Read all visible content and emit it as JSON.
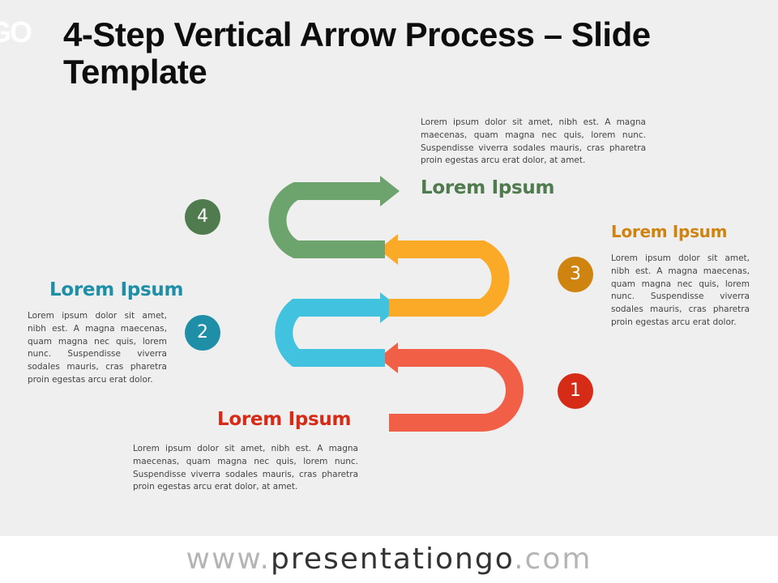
{
  "header": {
    "logo_text": "GO",
    "title": "4-Step Vertical Arrow Process – Slide Template"
  },
  "steps": [
    {
      "number": "1",
      "heading": "Lorem Ipsum",
      "body": "Lorem ipsum dolor sit amet, nibh est. A magna maecenas, quam magna nec quis, lorem nunc. Suspendisse viverra sodales mauris, cras pharetra proin egestas arcu erat dolor, at amet.",
      "color": "#f15f46",
      "badge_color": "#d62b17"
    },
    {
      "number": "2",
      "heading": "Lorem Ipsum",
      "body": "Lorem ipsum dolor sit amet, nibh est. A magna maecenas, quam magna nec quis, lorem nunc. Suspendisse viverra sodales mauris, cras pharetra proin egestas arcu erat dolor.",
      "color": "#41c3e0",
      "badge_color": "#1f8fa8"
    },
    {
      "number": "3",
      "heading": "Lorem Ipsum",
      "body": "Lorem ipsum dolor sit amet, nibh est. A magna maecenas, quam magna nec quis, lorem nunc. Suspendisse viverra sodales mauris, cras pharetra proin egestas arcu erat dolor.",
      "color": "#fbaa27",
      "badge_color": "#cf8410"
    },
    {
      "number": "4",
      "heading": "Lorem Ipsum",
      "body": "Lorem ipsum dolor sit amet, nibh est. A magna maecenas, quam magna nec quis, lorem nunc. Suspendisse viverra sodales mauris, cras pharetra proin egestas arcu erat dolor, at amet.",
      "color": "#6da36c",
      "badge_color": "#4f7b4e"
    }
  ],
  "footer": {
    "prefix": "www.",
    "brand": "presentationgo",
    "suffix": ".com"
  }
}
